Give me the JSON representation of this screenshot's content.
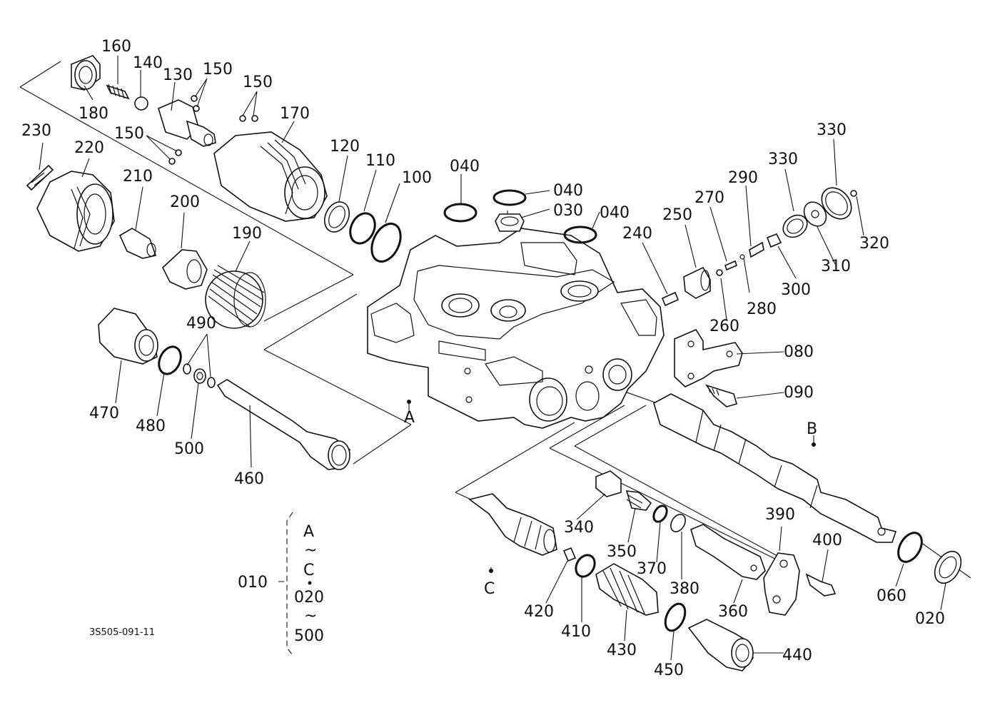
{
  "labels": [
    "160",
    "140",
    "130",
    "150",
    "150",
    "150",
    "180",
    "170",
    "230",
    "220",
    "210",
    "200",
    "190",
    "120",
    "110",
    "100",
    "040",
    "040",
    "030",
    "040",
    "240",
    "250",
    "270",
    "290",
    "330",
    "330",
    "320",
    "310",
    "300",
    "280",
    "260",
    "080",
    "090",
    "490",
    "470",
    "480",
    "500",
    "460",
    "B",
    "A",
    "390",
    "400",
    "340",
    "350",
    "370",
    "380",
    "360",
    "060",
    "020",
    "C",
    "420",
    "410",
    "430",
    "450",
    "440",
    "010",
    "A",
    "~",
    "C",
    "020",
    "~",
    "500"
  ],
  "ref_code": "3S505-091-11"
}
